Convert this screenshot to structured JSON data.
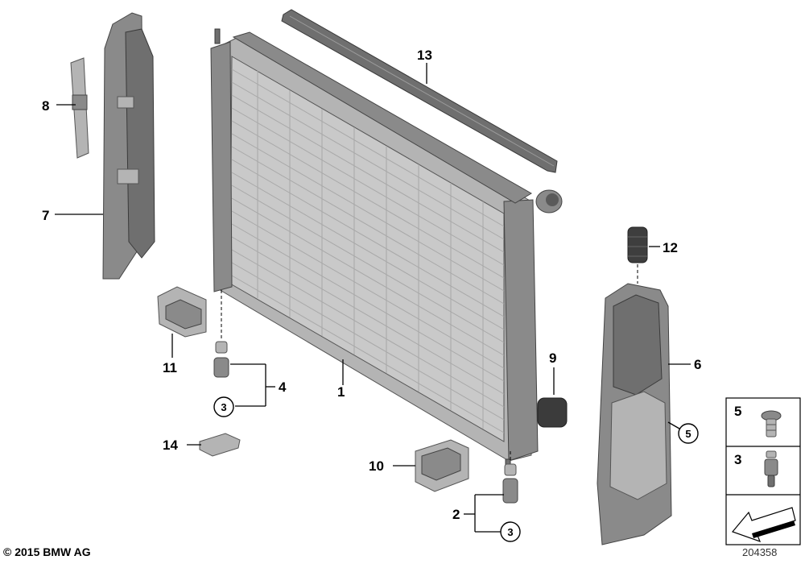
{
  "copyright": "© 2015 BMW AG",
  "diagram_id": "204358",
  "callouts": {
    "c1": "1",
    "c2": "2",
    "c4": "4",
    "c6": "6",
    "c7": "7",
    "c8": "8",
    "c9": "9",
    "c10": "10",
    "c11": "11",
    "c12": "12",
    "c13": "13",
    "c14": "14"
  },
  "circled_refs": {
    "r3_a": "3",
    "r3_b": "3",
    "r5": "5"
  },
  "legend": {
    "item_5": "5",
    "item_3": "3"
  }
}
